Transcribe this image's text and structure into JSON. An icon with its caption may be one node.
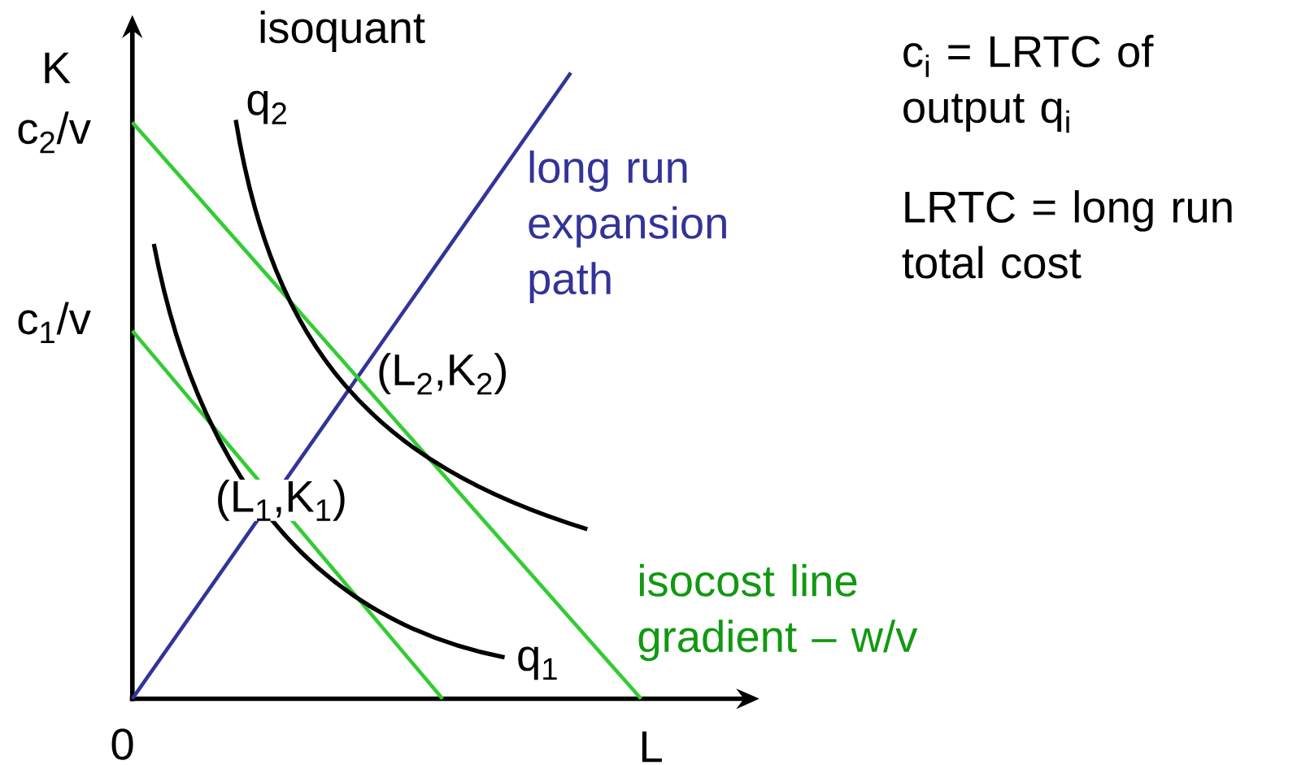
{
  "diagram": {
    "labels": [
      "isoquant",
      "K",
      "c$_{2}$/v",
      "q$_{2}$",
      "c$_{1}$/v",
      "long run expansion path",
      "(L$_{2}$,K$_{2}$)",
      "(L$_{1}$,K$_{1}$)",
      "isocost line gradient – w/v",
      "q$_{1}$",
      "0",
      "L",
      "c$_{i}$ = LRTC of output q$_{i}$",
      "LRTC = long run total cost"
    ]
  }
}
